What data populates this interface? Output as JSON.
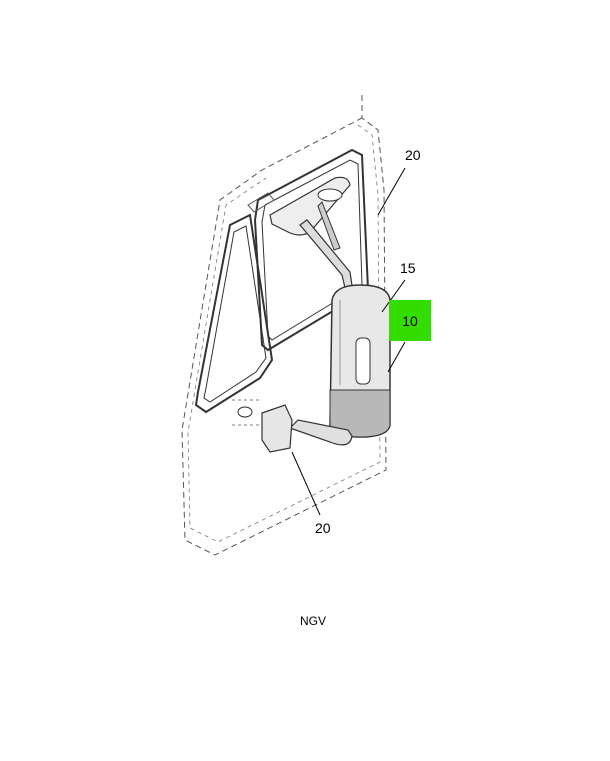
{
  "callouts": {
    "door_mirror_bracket_top": "20",
    "mirror_arm": "15",
    "mirror_head": "10",
    "mirror_bracket_bottom": "20"
  },
  "caption": "NGV",
  "colors": {
    "highlight": "#33dd00",
    "line": "#444444",
    "mirror_shade": "#b8b8b8"
  }
}
